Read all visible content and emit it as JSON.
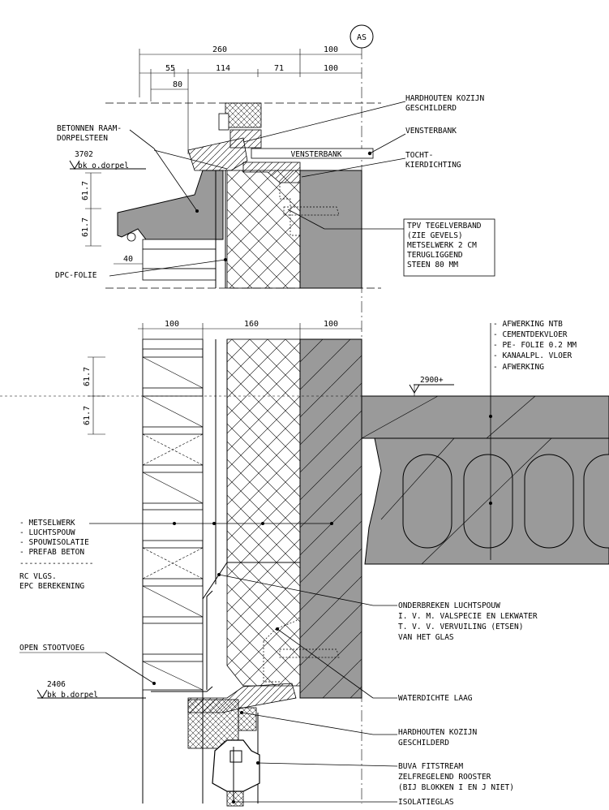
{
  "axis_marker": "AS",
  "top_dims": {
    "d260": "260",
    "d100a": "100",
    "d55": "55",
    "d114": "114",
    "d71": "71",
    "d100b": "100",
    "d80": "80"
  },
  "top_labels": {
    "kozijn_top": [
      "HARDHOUTEN KOZIJN",
      "GESCHILDERD"
    ],
    "vensterbank_right": "VENSTERBANK",
    "vensterbank_box": "VENSTERBANK",
    "tochtkier": [
      "TOCHT-",
      "KIERDICHTING"
    ],
    "raamdorpel": [
      "BETONNEN RAAM-",
      "DORPELSTEEN"
    ],
    "level_3702": "3702",
    "level_3702_ref": "bk o.dorpel",
    "tpv_box": [
      "TPV TEGELVERBAND",
      "(ZIE GEVELS)",
      "METSELWERK 2 CM",
      "TERUGLIGGEND",
      "STEEN 80 MM"
    ],
    "dpc": "DPC-FOLIE",
    "d40": "40",
    "d617a": "61.7",
    "d617b": "61.7"
  },
  "mid_dims": {
    "d100a": "100",
    "d160": "160",
    "d100b": "100",
    "d617a": "61.7",
    "d617b": "61.7"
  },
  "floor_labels": [
    "- AFWERKING NTB",
    "- CEMENTDEKVLOER",
    "- PE- FOLIE 0.2 MM",
    "- KANAALPL. VLOER",
    "- AFWERKING"
  ],
  "level_2900": "2900+",
  "wall_labels": [
    "- METSELWERK",
    "- LUCHTSPOUW",
    "- SPOUWISOLATIE",
    "- PREFAB BETON"
  ],
  "wall_separator": "----------------",
  "wall_notes": [
    "RC VLGS.",
    "EPC BEREKENING"
  ],
  "stootvoeg": "OPEN STOOTVOEG",
  "onderbreken": [
    "ONDERBREKEN LUCHTSPOUW",
    "I. V. M.  VALSPECIE EN LEKWATER",
    "T. V. V.  VERVUILING  (ETSEN)",
    "VAN  HET GLAS"
  ],
  "level_2406": "2406",
  "level_2406_ref": "bk b.dorpel",
  "waterdichte": "WATERDICHTE LAAG",
  "kozijn_bottom": [
    "HARDHOUTEN KOZIJN",
    "GESCHILDERD"
  ],
  "buva": [
    "BUVA FITSTREAM",
    "ZELFREGELEND ROOSTER",
    "(BIJ BLOKKEN I EN J NIET)"
  ],
  "isolatieglas": "ISOLATIEGLAS"
}
